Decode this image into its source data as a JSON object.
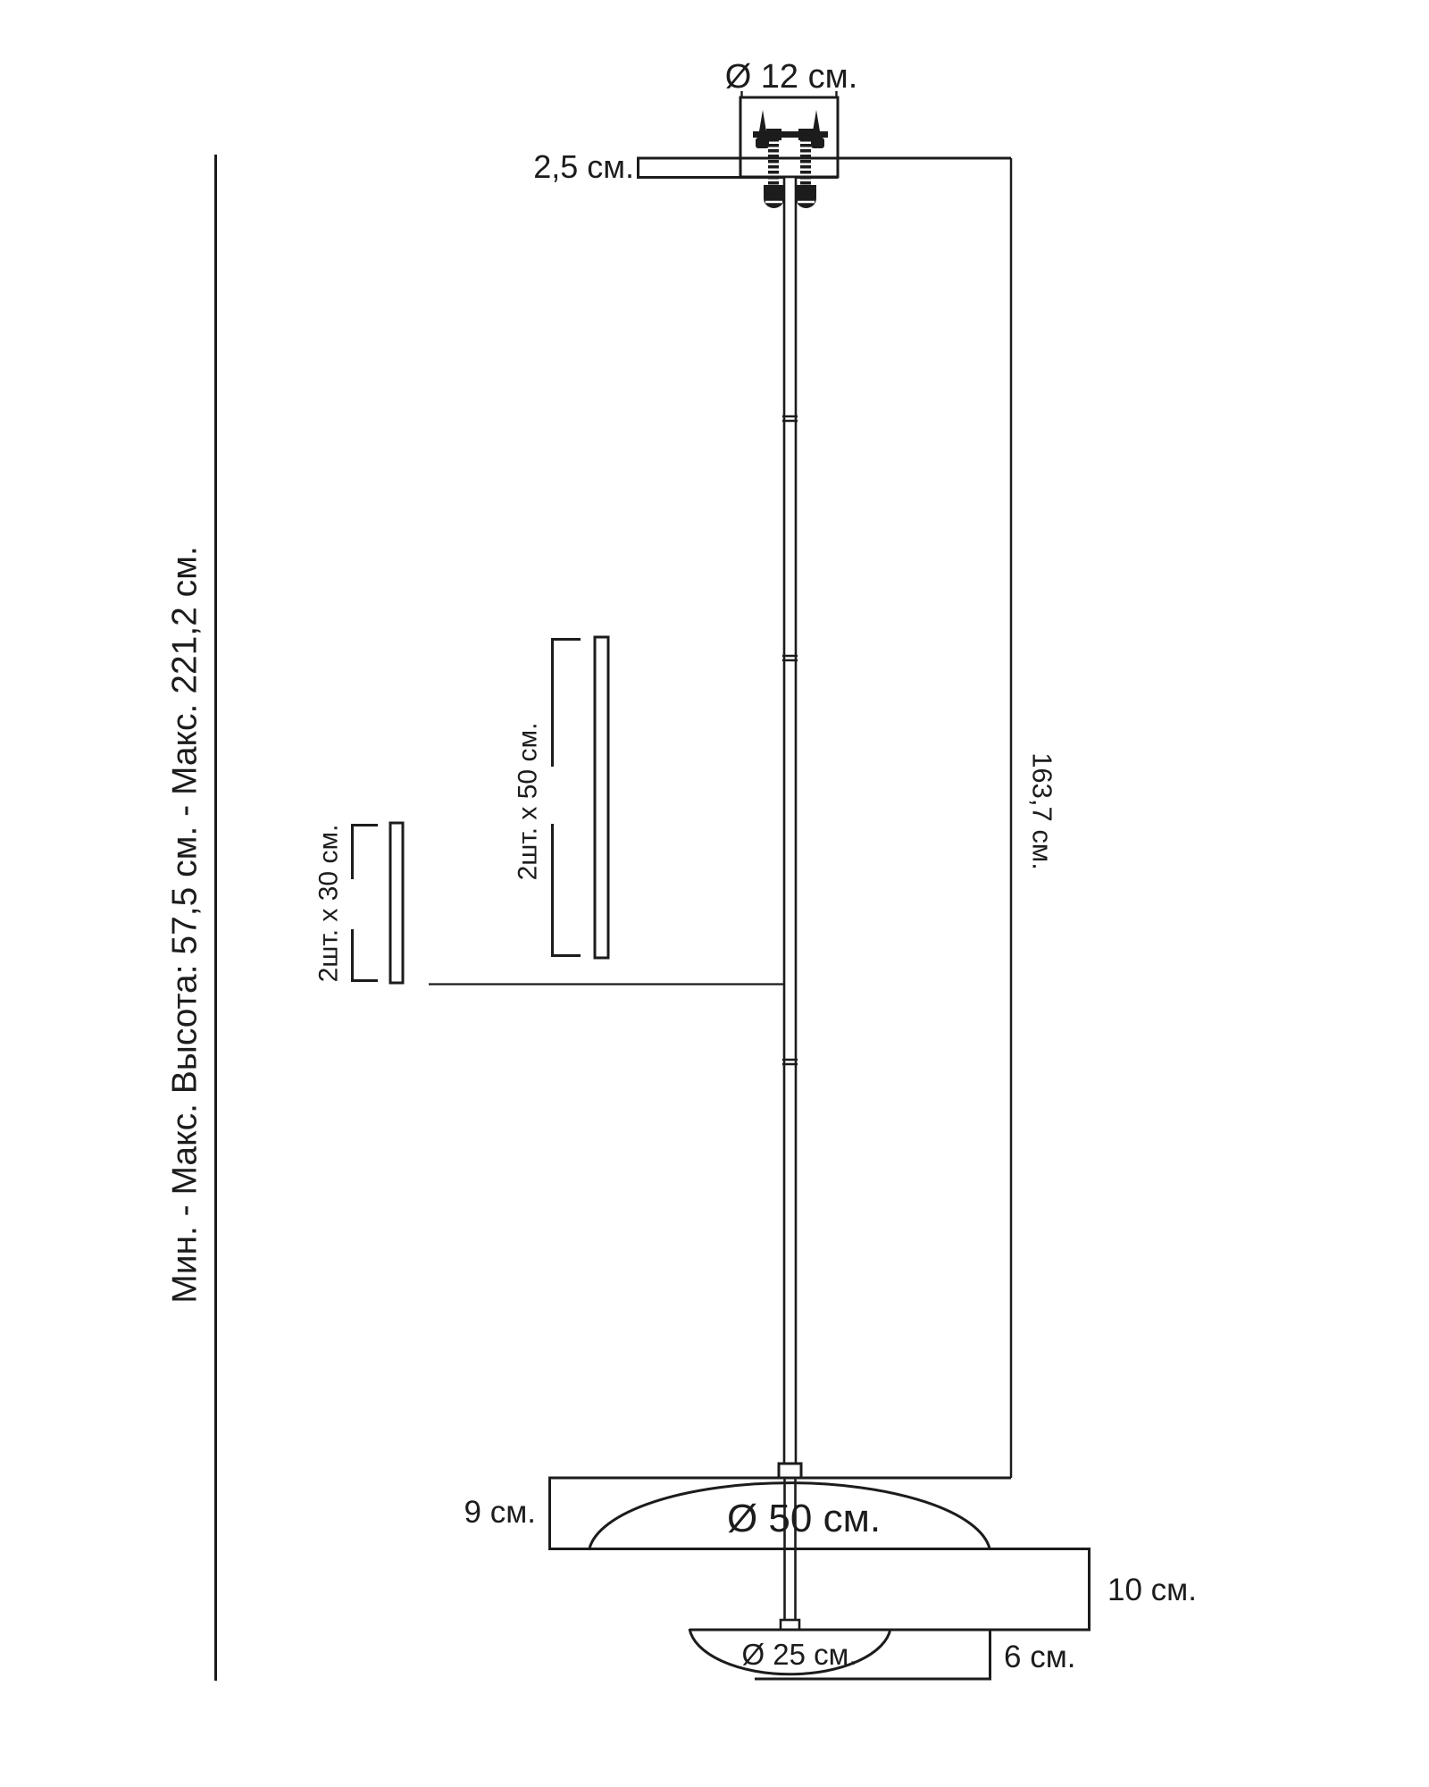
{
  "page": {
    "background": "#ffffff",
    "line_color": "#1c1c1c"
  },
  "diagram": {
    "height_range_label": "Мин. - Макс. Высота: 57,5 см. - Макс. 221,2 см.",
    "canopy": {
      "diameter_label": "Ø 12 см.",
      "plate_thickness_label": "2,5 см."
    },
    "rod": {
      "total_length_label": "163,7 см.",
      "extension_long_label": "2шт. x 50 см.",
      "extension_short_label": "2шт. x 30 см."
    },
    "shade": {
      "main_diameter_label": "Ø 50 см.",
      "rim_height_label": "9 см.",
      "body_height_label": "10 см.",
      "diffuser_diameter_label": "Ø 25 см.",
      "diffuser_height_label": "6 см."
    }
  }
}
